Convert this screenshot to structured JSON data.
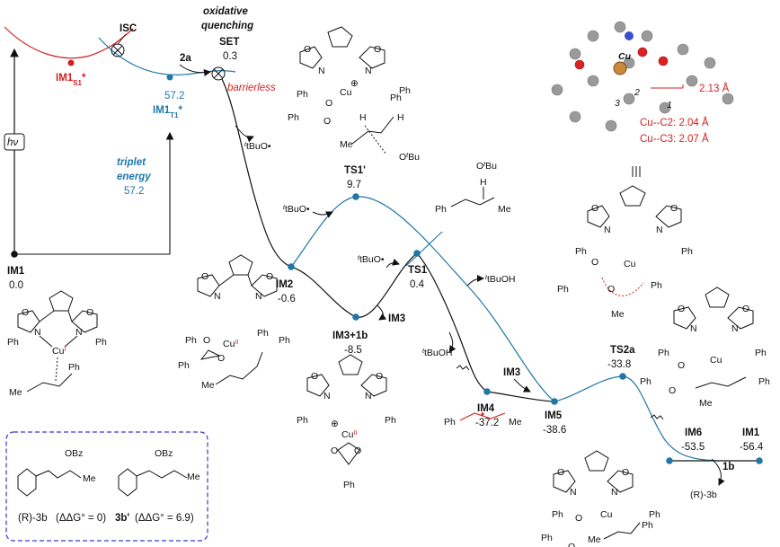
{
  "colors": {
    "triplet_blue": "#1f77a8",
    "singlet_red": "#d42020",
    "black": "#111111",
    "box_dash": "#3a3ad0"
  },
  "photo": {
    "hv": "hν",
    "isc": "ISC",
    "im1_s1": "IM1",
    "im1_s1_sub": "S1",
    "im1_t1": "IM1",
    "im1_t1_sub": "T1",
    "im1_t1_energy": "57.2",
    "triplet_l1": "triplet",
    "triplet_l2": "energy",
    "triplet_l3": "57.2",
    "oxq_l1": "oxidative",
    "oxq_l2": "quenching",
    "set_label": "SET",
    "set_energy": "0.3",
    "two_a": "2a",
    "barrierless": "barrierless"
  },
  "states": {
    "im1": {
      "name": "IM1",
      "energy": "0.0"
    },
    "im2": {
      "name": "IM2",
      "energy": "-0.6"
    },
    "ts1p": {
      "name": "TS1'",
      "energy": "9.7"
    },
    "im3": {
      "name": "IM3+1b",
      "energy": "-8.5"
    },
    "ts1": {
      "name": "TS1",
      "energy": "0.4"
    },
    "im4": {
      "name": "IM4",
      "energy": "-37.2"
    },
    "im5": {
      "name": "IM5",
      "energy": "-38.6"
    },
    "ts2a": {
      "name": "TS2a",
      "energy": "-33.8"
    },
    "im6": {
      "name": "IM6",
      "energy": "-53.5"
    },
    "im1_end": {
      "name": "IM1",
      "energy": "-56.4"
    }
  },
  "arrows": {
    "tbuo_1": "tBuO•",
    "tbuo_2": "tBuO•",
    "tbuo_3": "tBuO•",
    "tbuoh_1": "tBuOH",
    "tbuoh_2": "tBuOH",
    "im3_in": "IM3",
    "im3_out": "IM3",
    "one_b": "1b",
    "r3b": "(R)-3b"
  },
  "xray": {
    "cu": "Cu",
    "c1": "1",
    "c2": "2",
    "c3": "3",
    "dist1": "2.13 Å",
    "dist2": "Cu--C2: 2.04 Å",
    "dist3": "Cu--C3: 2.07 Å"
  },
  "chem": {
    "ph": "Ph",
    "o": "O",
    "n": "N",
    "cu": "Cu",
    "cu_i": "I",
    "cu_ii": "II",
    "me": "Me",
    "h": "H",
    "otbu": "OtBu",
    "otbu_h": "O",
    "obz": "OBz",
    "plus": "⊕"
  },
  "box": {
    "r3b_name": "(R)-3b",
    "r3b_dg": "(ΔΔG° = 0)",
    "b3p_name": "3b'",
    "b3p_dg": "(ΔΔG° = 6.9)"
  }
}
